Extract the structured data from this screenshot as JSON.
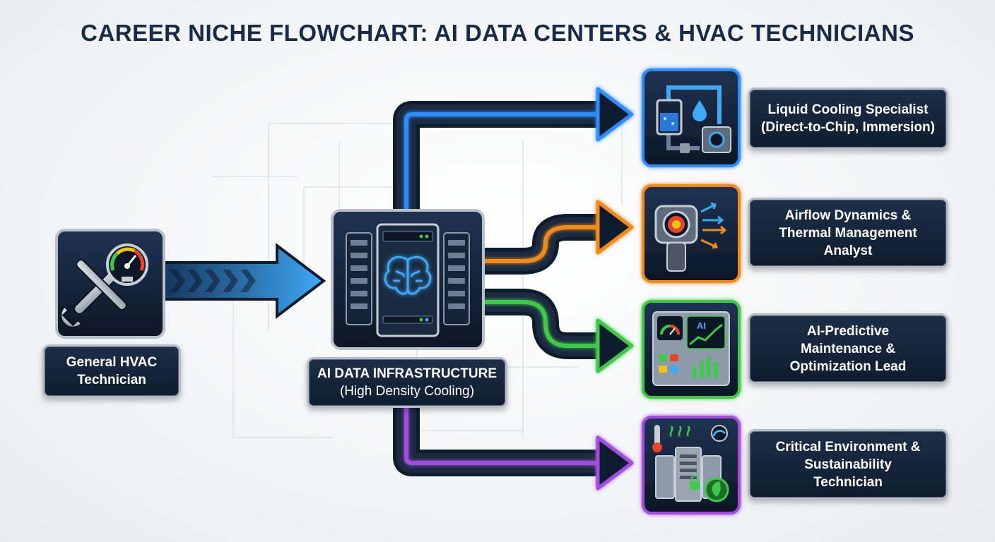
{
  "title": "CAREER NICHE FLOWCHART: AI DATA CENTERS & HVAC TECHNICIANS",
  "source_node": {
    "line1": "General HVAC",
    "line2": "Technician",
    "icon": "wrench-gauge-icon"
  },
  "hub_node": {
    "line1": "AI DATA INFRASTRUCTURE",
    "line2": "(High Density Cooling)",
    "icon": "server-brain-icon"
  },
  "branches": [
    {
      "line1": "Liquid Cooling Specialist",
      "line2": "(Direct-to-Chip, Immersion)",
      "line3": "",
      "color": "#2f8dff",
      "icon": "liquid-cooling-icon"
    },
    {
      "line1": "Airflow Dynamics &",
      "line2": "Thermal Management",
      "line3": "Analyst",
      "color": "#f08a1c",
      "icon": "thermal-camera-icon"
    },
    {
      "line1": "AI-Predictive",
      "line2": "Maintenance &",
      "line3": "Optimization Lead",
      "color": "#3fc94a",
      "icon": "dashboard-icon"
    },
    {
      "line1": "Critical Environment &",
      "line2": "Sustainability",
      "line3": "Technician",
      "color": "#a24dde",
      "icon": "sustainability-icon"
    }
  ],
  "dashboard_icon_text": "AI",
  "colors": {
    "title": "#172a46",
    "navy": "#0f1c2e",
    "source_arrow": "#3fa9f5"
  }
}
